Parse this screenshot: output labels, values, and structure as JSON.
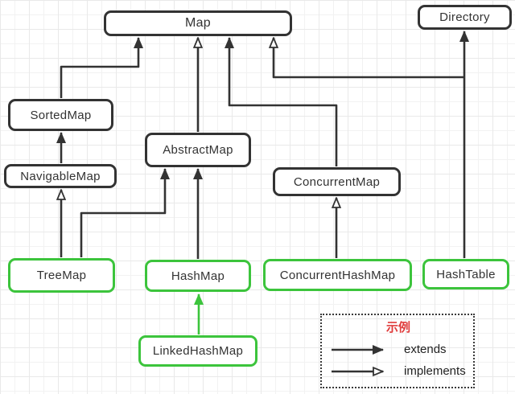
{
  "diagram": {
    "title_hint": "Java Map class hierarchy diagram",
    "nodes": {
      "map": {
        "label": "Map"
      },
      "directory": {
        "label": "Directory"
      },
      "sortedmap": {
        "label": "SortedMap"
      },
      "navigablemap": {
        "label": "NavigableMap"
      },
      "abstractmap": {
        "label": "AbstractMap"
      },
      "concurrentmap": {
        "label": "ConcurrentMap"
      },
      "treemap": {
        "label": "TreeMap"
      },
      "hashmap": {
        "label": "HashMap"
      },
      "concurrenthashmap": {
        "label": "ConcurrentHashMap"
      },
      "hashtable": {
        "label": "HashTable"
      },
      "linkedhashmap": {
        "label": "LinkedHashMap"
      }
    },
    "edges": [
      {
        "from": "SortedMap",
        "to": "Map",
        "type": "extends"
      },
      {
        "from": "NavigableMap",
        "to": "SortedMap",
        "type": "extends"
      },
      {
        "from": "TreeMap",
        "to": "NavigableMap",
        "type": "implements"
      },
      {
        "from": "TreeMap",
        "to": "AbstractMap",
        "type": "extends"
      },
      {
        "from": "AbstractMap",
        "to": "Map",
        "type": "implements"
      },
      {
        "from": "HashMap",
        "to": "AbstractMap",
        "type": "extends"
      },
      {
        "from": "ConcurrentMap",
        "to": "Map",
        "type": "extends"
      },
      {
        "from": "ConcurrentHashMap",
        "to": "ConcurrentMap",
        "type": "implements"
      },
      {
        "from": "HashTable",
        "to": "Directory",
        "type": "extends"
      },
      {
        "from": "HashTable",
        "to": "Map",
        "type": "implements"
      },
      {
        "from": "LinkedHashMap",
        "to": "HashMap",
        "type": "extends",
        "highlight": "green"
      }
    ],
    "legend": {
      "title": "示例",
      "items": [
        {
          "label": "extends",
          "arrow": "solid-arrow"
        },
        {
          "label": "implements",
          "arrow": "hollow-arrow"
        }
      ]
    },
    "colors": {
      "line": "#333333",
      "green_accent": "#3cc43c",
      "legend_title": "#e03c3c",
      "node_text": "#333333"
    }
  }
}
